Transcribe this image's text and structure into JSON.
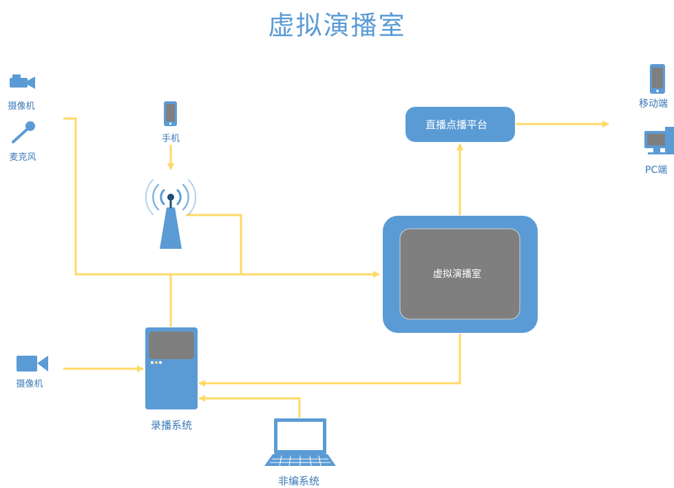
{
  "title": "虚拟演播室",
  "inputs": {
    "camera_top_label": "摄像机",
    "microphone_label": "麦克风",
    "phone_label": "手机",
    "camera_bottom_label": "摄像机"
  },
  "nodes": {
    "studio_label": "虚拟演播室",
    "platform_label": "直播点播平台",
    "recorder_label": "录播系统",
    "editor_label": "非编系统"
  },
  "outputs": {
    "mobile_label": "移动端",
    "pc_label": "PC端"
  },
  "colors": {
    "title": "#5b9bd5",
    "box_blue": "#5b9bd5",
    "screen_gray": "#7f7f7f",
    "connector": "#ffd966",
    "label": "#3a78b8"
  }
}
